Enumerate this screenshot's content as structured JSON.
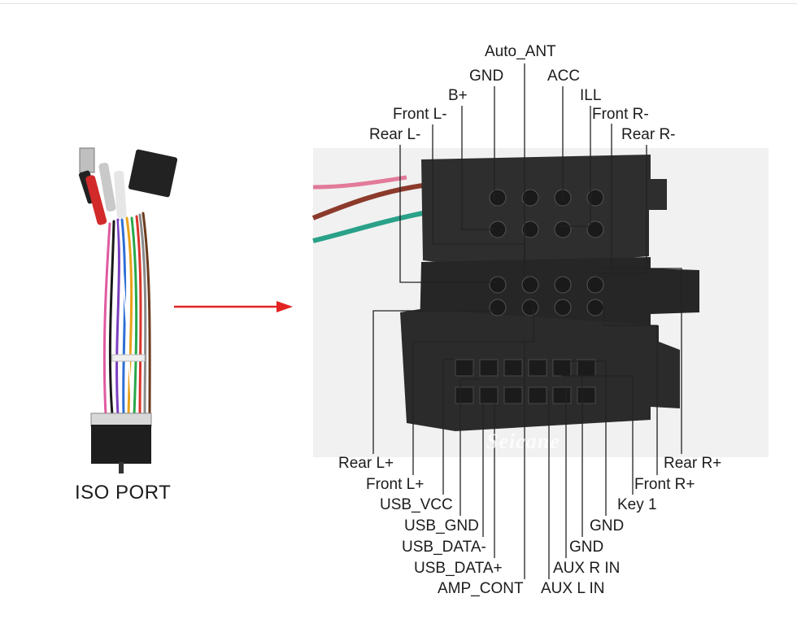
{
  "port_caption": "ISO PORT",
  "watermark": "Seicane",
  "colors": {
    "arrow": "#e32222",
    "leader_line": "#222222",
    "connector": "#2b2b2b",
    "photo_bg": "#f1f1f1"
  },
  "pin_labels_top": {
    "auto_ant": "Auto_ANT",
    "gnd": "GND",
    "acc": "ACC",
    "b_plus": "B+",
    "ill": "ILL",
    "front_l_minus": "Front L-",
    "front_r_minus": "Front R-",
    "rear_l_minus": "Rear L-",
    "rear_r_minus": "Rear R-"
  },
  "pin_labels_bottom": {
    "rear_l_plus": "Rear L+",
    "rear_r_plus": "Rear R+",
    "front_l_plus": "Front L+",
    "front_r_plus": "Front R+",
    "usb_vcc": "USB_VCC",
    "key_1": "Key 1",
    "usb_gnd": "USB_GND",
    "gnd_1": "GND",
    "usb_data_minus": "USB_DATA-",
    "gnd_2": "GND",
    "usb_data_plus": "USB_DATA+",
    "aux_r_in": "AUX R IN",
    "amp_cont": "AMP_CONT",
    "aux_l_in": "AUX L IN"
  }
}
